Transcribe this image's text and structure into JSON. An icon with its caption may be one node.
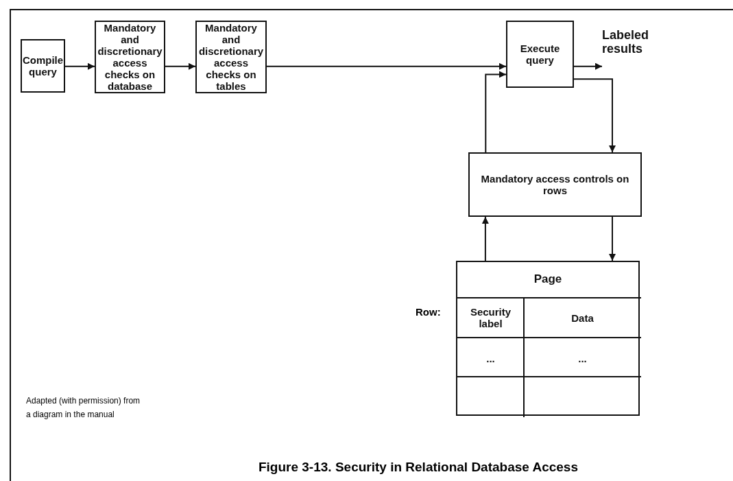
{
  "diagram": {
    "caption": "Figure 3-13. Security in Relational Database Access",
    "nodes": [
      {
        "text": [
          "Compile query"
        ]
      },
      {
        "text": [
          "Mandatory and discretionary access checks on database"
        ]
      },
      {
        "text": [
          "Mandatory and discretionary access checks on tables"
        ]
      },
      {
        "text": [
          "Execute query"
        ]
      },
      {
        "text": [
          "Labeled results"
        ]
      },
      {
        "text": [
          "Mandatory access controls on rows"
        ]
      },
      {
        "text": [
          "Page"
        ]
      }
    ],
    "edges": [
      {
        "from": 0,
        "to": 1,
        "arrow": "to"
      },
      {
        "from": 1,
        "to": 2,
        "arrow": "to"
      },
      {
        "from": 2,
        "to": 3,
        "arrow": "to"
      },
      {
        "from": 3,
        "to": 4,
        "arrow": "to"
      },
      {
        "from": 3,
        "to": 5,
        "arrow": "to"
      },
      {
        "from": 5,
        "to": 6,
        "arrow": "to"
      },
      {
        "from": 6,
        "to": 5,
        "arrow": "to"
      },
      {
        "from": 5,
        "to": 3,
        "arrow": "to"
      }
    ],
    "labels": [
      "Row:",
      "Security label",
      "Data",
      "...",
      "...",
      "Adapted (with permission) from a diagram in the manual"
    ]
  }
}
